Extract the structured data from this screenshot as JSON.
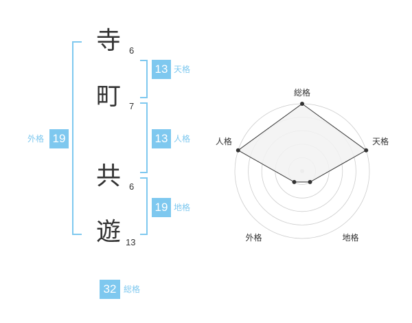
{
  "name": {
    "chars": [
      {
        "char": "寺",
        "strokes": "6"
      },
      {
        "char": "町",
        "strokes": "7"
      },
      {
        "char": "共",
        "strokes": "6"
      },
      {
        "char": "遊",
        "strokes": "13"
      }
    ]
  },
  "kakusu": {
    "tenkaku": {
      "value": "13",
      "label": "天格"
    },
    "jinkaku": {
      "value": "13",
      "label": "人格"
    },
    "chikaku": {
      "value": "19",
      "label": "地格"
    },
    "gaikaku": {
      "value": "19",
      "label": "外格"
    },
    "soukaku": {
      "value": "32",
      "label": "総格"
    }
  },
  "chart_data": {
    "type": "radar",
    "axes": [
      "総格",
      "天格",
      "地格",
      "外格",
      "人格"
    ],
    "values": [
      5,
      5,
      1,
      1,
      5
    ],
    "rmax": 5,
    "rings": 5,
    "fill_color": "#f2f2f2",
    "line_color": "#333333",
    "ring_color": "#cccccc"
  },
  "colors": {
    "accent": "#7ec8ef",
    "text": "#333333"
  }
}
